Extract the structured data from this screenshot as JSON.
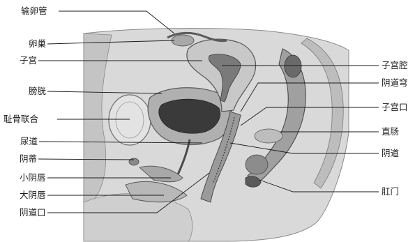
{
  "figure": {
    "labels_left": {
      "fallopian_tube": "输卵管",
      "ovary": "卵巢",
      "uterus": "子宫",
      "bladder": "膀胱",
      "pubic_symphysis": "耻骨联合",
      "urethra": "尿道",
      "clitoris": "阴蒂",
      "labia_minora": "小阴唇",
      "labia_majora": "大阴唇",
      "vaginal_orifice": "阴道口"
    },
    "labels_right": {
      "uterine_cavity": "子宫腔",
      "vaginal_fornix": "阴道穹",
      "cervical_os": "子宫口",
      "rectum": "直肠",
      "vagina": "阴道",
      "anus": "肛门"
    }
  }
}
